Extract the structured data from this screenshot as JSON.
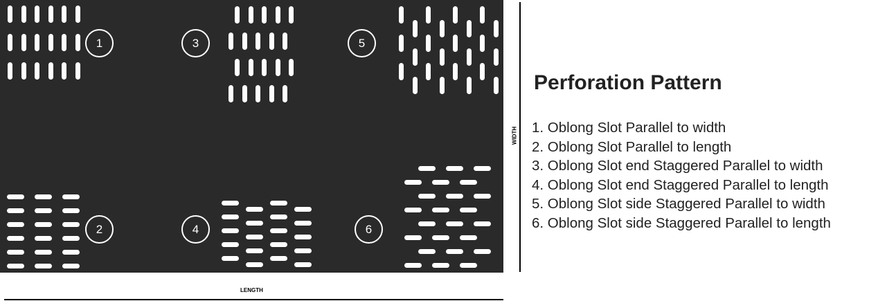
{
  "patterns": [
    {
      "number": "1",
      "orientation": "vertical"
    },
    {
      "number": "2",
      "orientation": "horizontal"
    },
    {
      "number": "3",
      "orientation": "vertical"
    },
    {
      "number": "4",
      "orientation": "horizontal"
    },
    {
      "number": "5",
      "orientation": "vertical"
    },
    {
      "number": "6",
      "orientation": "horizontal"
    }
  ],
  "dimensions": {
    "width_label": "WIDTH",
    "length_label": "LENGTH"
  },
  "legend": {
    "title": "Perforation Pattern",
    "items": [
      "1. Oblong Slot Parallel to width",
      "2. Oblong Slot Parallel to length",
      "3. Oblong Slot end Staggered Parallel to width",
      "4. Oblong Slot end Staggered Parallel to length",
      "5. Oblong Slot side Staggered Parallel to width",
      "6. Oblong Slot side Staggered Parallel to length"
    ]
  },
  "colors": {
    "sheet": "#2a2a2a",
    "perforation": "#ffffff",
    "text": "#222222"
  }
}
